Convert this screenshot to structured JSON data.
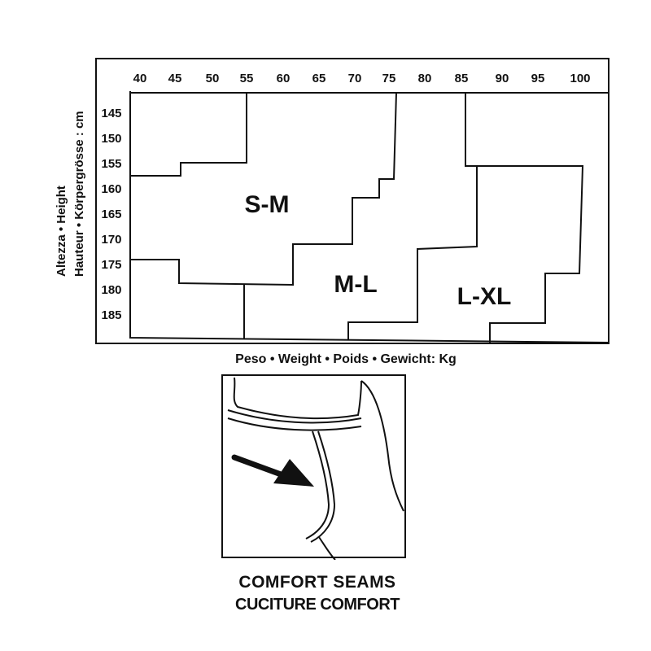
{
  "size_chart": {
    "weight_ticks": [
      "40",
      "45",
      "50",
      "55",
      "60",
      "65",
      "70",
      "75",
      "80",
      "85",
      "90",
      "95",
      "100"
    ],
    "height_ticks": [
      "145",
      "150",
      "155",
      "160",
      "165",
      "170",
      "175",
      "180",
      "185"
    ],
    "zones": [
      {
        "id": "s-m",
        "label": "S-M"
      },
      {
        "id": "m-l",
        "label": "M-L"
      },
      {
        "id": "l-xl",
        "label": "L-XL"
      }
    ],
    "y_axis_label_line1": "Altezza • Height",
    "y_axis_label_line2": "Hauteur • Körpergrösse : cm",
    "x_axis_label": "Peso • Weight • Poids • Gewicht: Kg"
  },
  "caption": {
    "line1": "COMFORT SEAMS",
    "line2": "CUCITURE COMFORT"
  }
}
